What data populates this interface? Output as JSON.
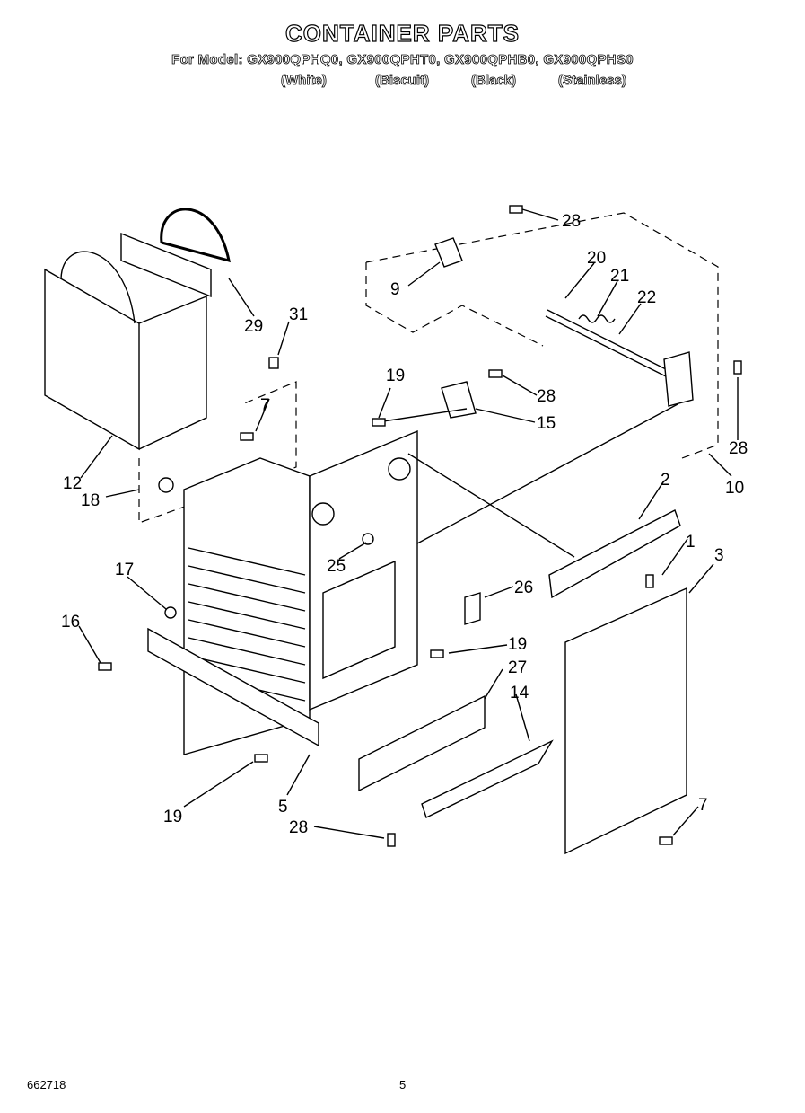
{
  "header": {
    "title": "CONTAINER PARTS",
    "models": "For Model: GX900QPHQ0, GX900QPHT0, GX900QPHB0, GX900QPHS0",
    "colors": [
      "(White)",
      "(Biscuit)",
      "(Black)",
      "(Stainless)"
    ]
  },
  "callouts": {
    "c1": "1",
    "c2": "2",
    "c3": "3",
    "c5": "5",
    "c7a": "7",
    "c7b": "7",
    "c9": "9",
    "c10": "10",
    "c12": "12",
    "c14": "14",
    "c15": "15",
    "c16": "16",
    "c17": "17",
    "c18": "18",
    "c19a": "19",
    "c19b": "19",
    "c19c": "19",
    "c20": "20",
    "c21": "21",
    "c22": "22",
    "c25": "25",
    "c26": "26",
    "c27": "27",
    "c28a": "28",
    "c28b": "28",
    "c28c": "28",
    "c28d": "28",
    "c29": "29",
    "c31": "31"
  },
  "footer": {
    "doc_number": "662718",
    "page_number": "5"
  }
}
